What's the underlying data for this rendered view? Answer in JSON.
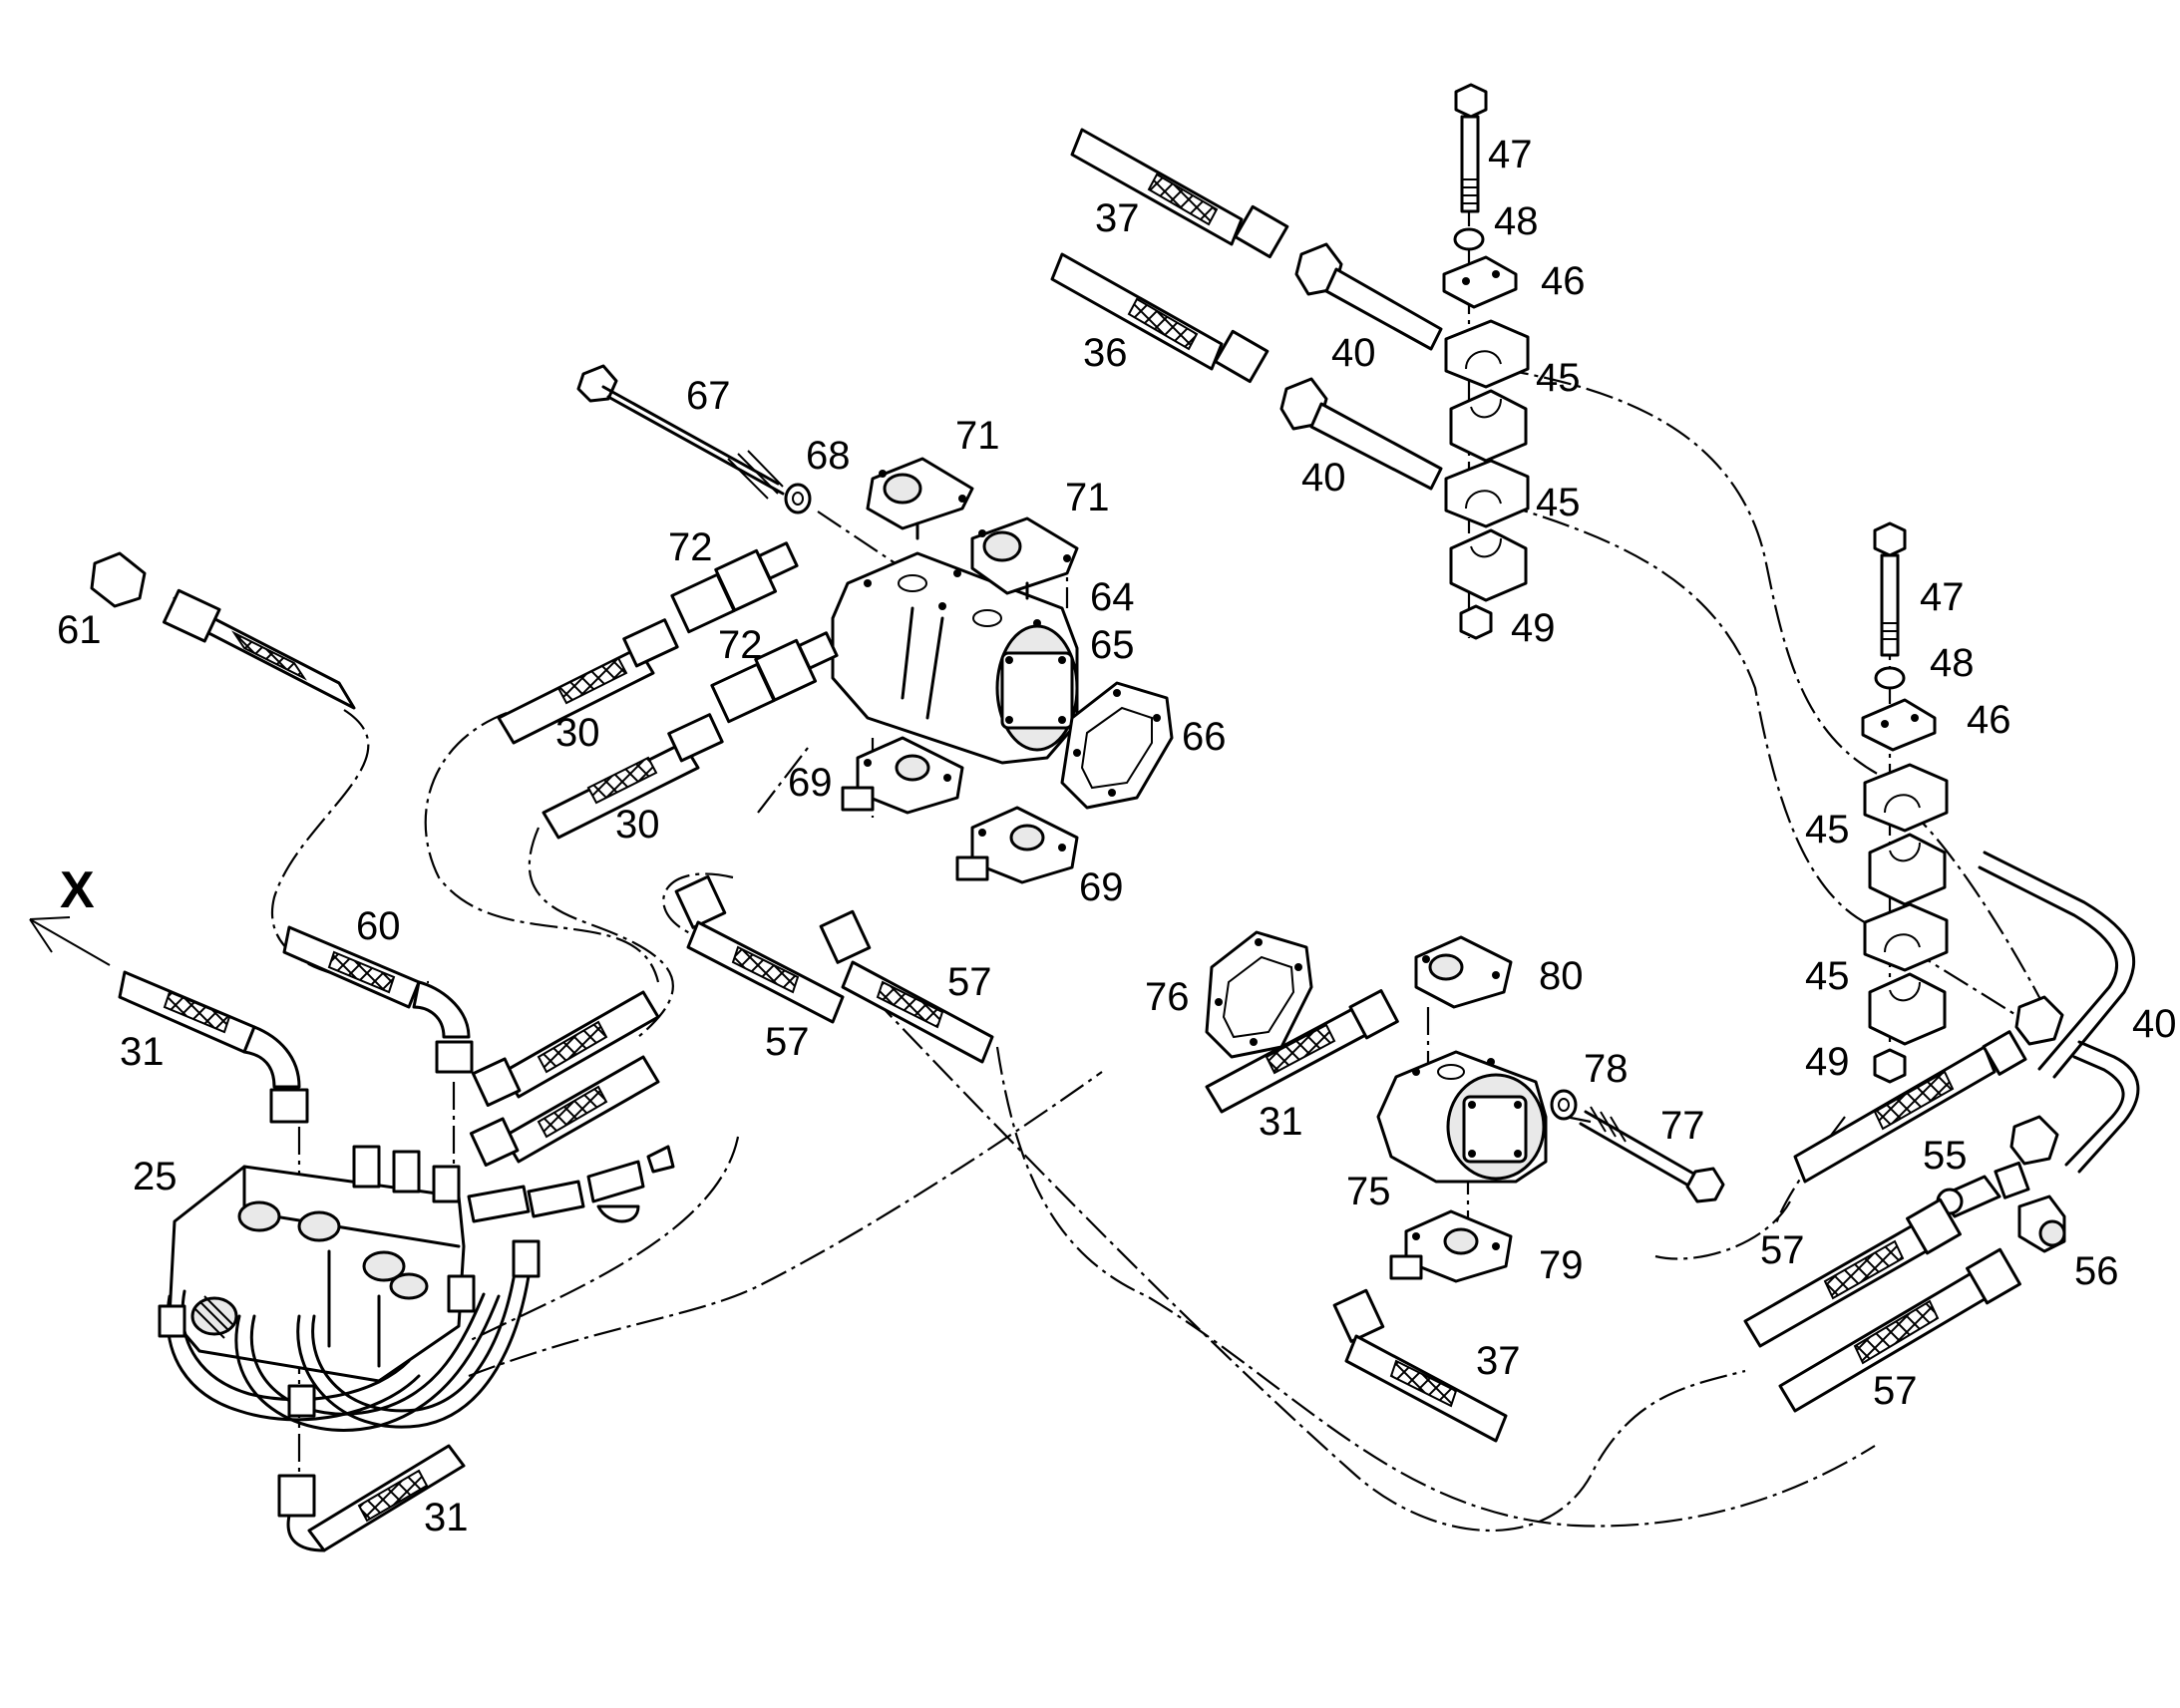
{
  "diagram": {
    "direction_label": "X",
    "callouts": [
      {
        "id": "c47a",
        "text": "47"
      },
      {
        "id": "c48a",
        "text": "48"
      },
      {
        "id": "c46a",
        "text": "46"
      },
      {
        "id": "c37a",
        "text": "37"
      },
      {
        "id": "c36",
        "text": "36"
      },
      {
        "id": "c40a",
        "text": "40"
      },
      {
        "id": "c45a",
        "text": "45"
      },
      {
        "id": "c40b",
        "text": "40"
      },
      {
        "id": "c45b",
        "text": "45"
      },
      {
        "id": "c49a",
        "text": "49"
      },
      {
        "id": "c67",
        "text": "67"
      },
      {
        "id": "c68",
        "text": "68"
      },
      {
        "id": "c71a",
        "text": "71"
      },
      {
        "id": "c71b",
        "text": "71"
      },
      {
        "id": "c72a",
        "text": "72"
      },
      {
        "id": "c64",
        "text": "64"
      },
      {
        "id": "c65",
        "text": "65"
      },
      {
        "id": "c72b",
        "text": "72"
      },
      {
        "id": "c66",
        "text": "66"
      },
      {
        "id": "c61",
        "text": "61"
      },
      {
        "id": "c30a",
        "text": "30"
      },
      {
        "id": "c30b",
        "text": "30"
      },
      {
        "id": "c69a",
        "text": "69"
      },
      {
        "id": "c69b",
        "text": "69"
      },
      {
        "id": "c60",
        "text": "60"
      },
      {
        "id": "c57a",
        "text": "57"
      },
      {
        "id": "c57b",
        "text": "57"
      },
      {
        "id": "c31a",
        "text": "31"
      },
      {
        "id": "c25",
        "text": "25"
      },
      {
        "id": "c31b",
        "text": "31"
      },
      {
        "id": "c76",
        "text": "76"
      },
      {
        "id": "c80",
        "text": "80"
      },
      {
        "id": "c78",
        "text": "78"
      },
      {
        "id": "c77",
        "text": "77"
      },
      {
        "id": "c75",
        "text": "75"
      },
      {
        "id": "c31c",
        "text": "31"
      },
      {
        "id": "c79",
        "text": "79"
      },
      {
        "id": "c37b",
        "text": "37"
      },
      {
        "id": "c47b",
        "text": "47"
      },
      {
        "id": "c48b",
        "text": "48"
      },
      {
        "id": "c46b",
        "text": "46"
      },
      {
        "id": "c45c",
        "text": "45"
      },
      {
        "id": "c45d",
        "text": "45"
      },
      {
        "id": "c49b",
        "text": "49"
      },
      {
        "id": "c40c",
        "text": "40"
      },
      {
        "id": "c55",
        "text": "55"
      },
      {
        "id": "c56",
        "text": "56"
      },
      {
        "id": "c57c",
        "text": "57"
      },
      {
        "id": "c57d",
        "text": "57"
      }
    ]
  }
}
